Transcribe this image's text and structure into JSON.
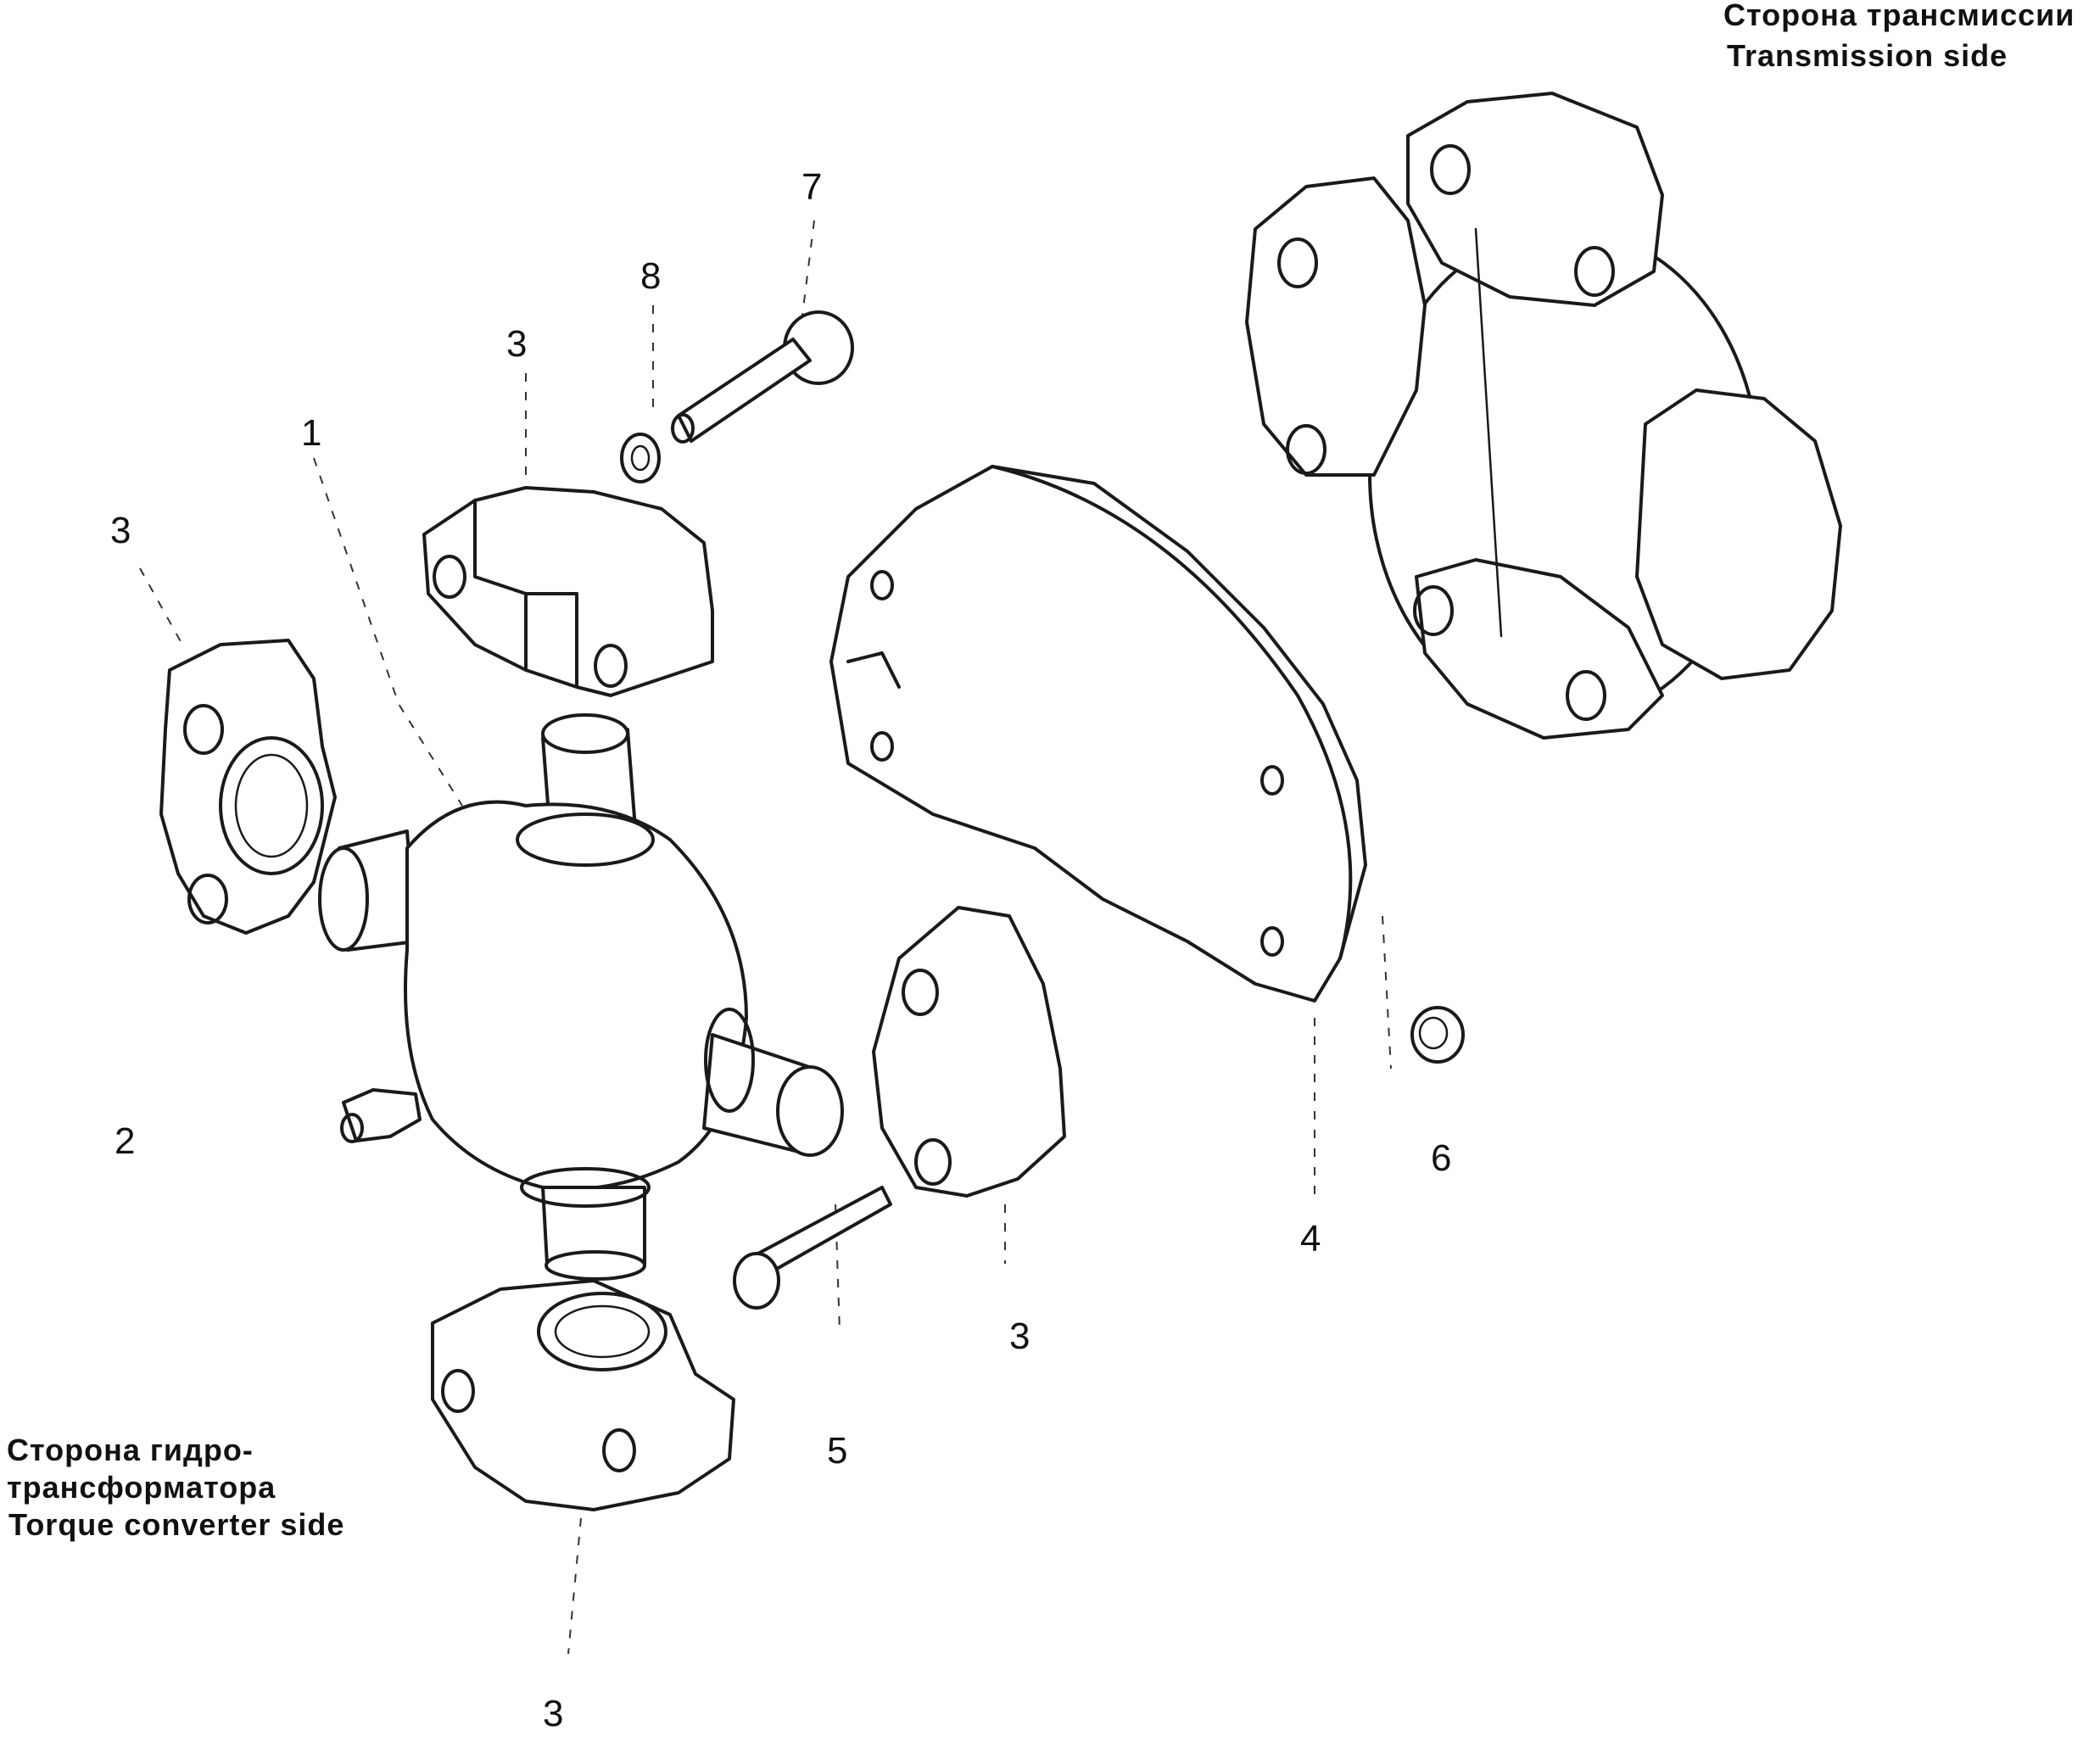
{
  "captions": {
    "transmission_ru": "Сторона трансмиссии",
    "transmission_en": "Transmission side",
    "converter_ru_1": "Сторона гидро-",
    "converter_ru_2": "трансформатора",
    "converter_en": "Torque converter side"
  },
  "callouts": {
    "c1": "1",
    "c2": "2",
    "c3a": "3",
    "c3b": "3",
    "c3c": "3",
    "c3d": "3",
    "c4": "4",
    "c5": "5",
    "c6": "6",
    "c7": "7",
    "c8": "8"
  }
}
